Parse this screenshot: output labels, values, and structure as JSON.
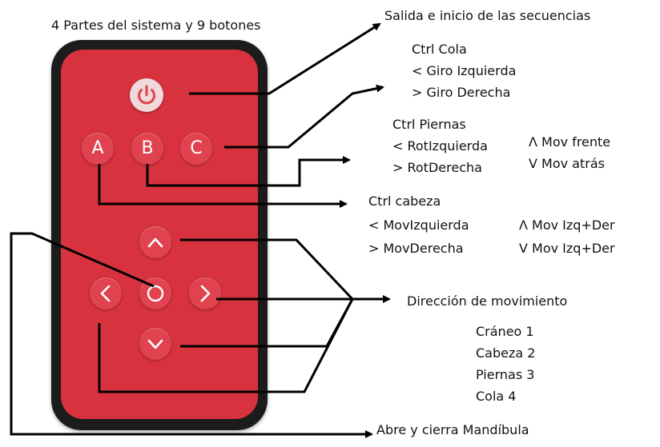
{
  "title": "4 Partes del sistema y 9 botones",
  "buttons": {
    "a": "A",
    "b": "B",
    "c": "C",
    "up": "Λ",
    "left": "<",
    "center": "O",
    "right": ">",
    "down": "V"
  },
  "labels": {
    "salida": "Salida e inicio de las secuencias",
    "ctrl_cola": "Ctrl Cola",
    "giro_izq": "< Giro Izquierda",
    "giro_der": "> Giro Derecha",
    "ctrl_piernas": "Ctrl Piernas",
    "rot_izq": "< RotIzquierda",
    "rot_der": "> RotDerecha",
    "mov_frente": "Λ Mov frente",
    "mov_atras": "V Mov atrás",
    "ctrl_cabeza": "Ctrl cabeza",
    "mov_izq": "< MovIzquierda",
    "mov_der": "> MovDerecha",
    "mov_izq_der_up": "Λ Mov Izq+Der",
    "mov_izq_der_down": "V Mov Izq+Der",
    "direccion": "Dirección de movimiento",
    "craneo": "Cráneo 1",
    "cabeza": "Cabeza 2",
    "piernas": "Piernas 3",
    "cola": "Cola 4",
    "mandibula": "Abre y cierra Mandíbula"
  }
}
